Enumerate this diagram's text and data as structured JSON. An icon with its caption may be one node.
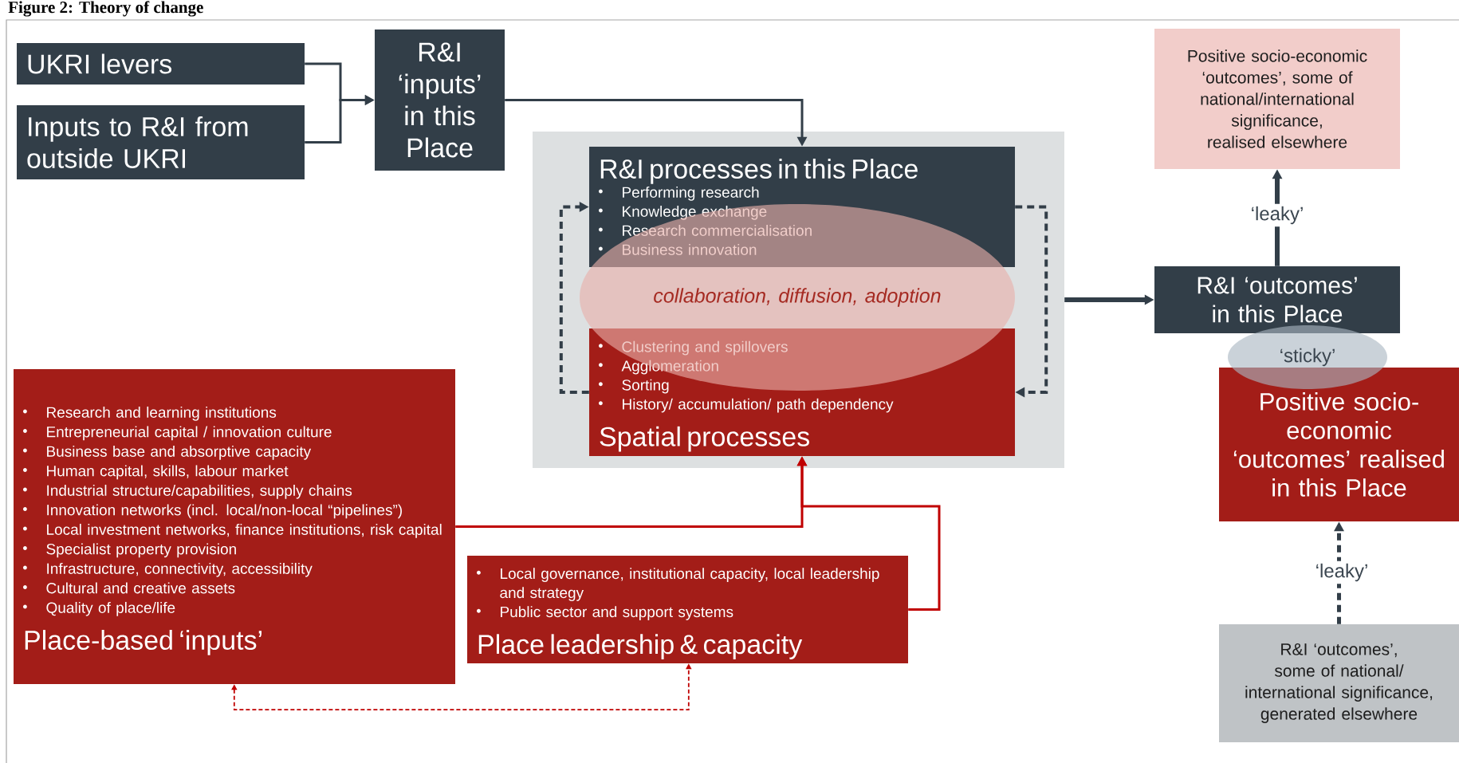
{
  "diagram": {
    "title": "Figure 2: Theory of change",
    "nodes": [
      {
        "text": [
          "UKRI levers"
        ]
      },
      {
        "text": [
          "Inputs to R&I from outside UKRI"
        ]
      },
      {
        "text": [
          "R&I ‘inputs’ in this Place"
        ]
      },
      {
        "text": [],
        "shape": "box"
      },
      {
        "text": [
          "R&I processes in this Place",
          "Performing research",
          "Knowledge exchange",
          "Research commercialisation",
          "Business innovation"
        ],
        "in": 3
      },
      {
        "text": [
          "collaboration, diffusion, adoption"
        ],
        "in": 3
      },
      {
        "text": [
          "Clustering and spillovers",
          "Agglomeration",
          "Sorting",
          "History/ accumulation/ path dependency",
          "Spatial processes"
        ],
        "in": 3
      },
      {
        "text": [
          "Positive socio-economic ‘outcomes’, some of national/international significance, realised elsewhere"
        ]
      },
      {
        "text": [
          "R&I ‘outcomes’ in this Place"
        ]
      },
      {
        "text": [
          "‘sticky’"
        ]
      },
      {
        "text": [
          "Positive socio-economic ‘outcomes’ realised in this Place"
        ]
      },
      {
        "text": [
          "R&I ‘outcomes’, some of national/ international significance, generated elsewhere"
        ]
      },
      {
        "text": [
          "Research and learning institutions",
          "Entrepreneurial capital / innovation culture",
          "Business base and absorptive capacity",
          "Human capital, skills, labour market",
          "Industrial structure/capabilities, supply chains",
          "Innovation networks (incl. local/non-local “pipelines”)",
          "Local investment networks, finance institutions, risk capital",
          "Specialist property provision",
          "Infrastructure, connectivity, accessibility",
          "Cultural and creative assets",
          "Quality of place/life",
          "Place-based ‘inputs’"
        ]
      },
      {
        "text": [
          "Local governance, institutional capacity, local leadership and strategy",
          "Public sector and support systems",
          "Place leadership & capacity"
        ]
      }
    ],
    "edges": [
      {
        "from": 0,
        "to": 2,
        "arrow": "to"
      },
      {
        "from": 1,
        "to": 2,
        "arrow": "to"
      },
      {
        "from": 2,
        "to": 4,
        "arrow": "to"
      },
      {
        "from": 6,
        "to": 4,
        "arrow": "to",
        "style": "dashed"
      },
      {
        "from": 4,
        "to": 6,
        "arrow": "to",
        "style": "dashed"
      },
      {
        "from": 3,
        "to": 8,
        "arrow": "to",
        "style": "thick"
      },
      {
        "from": 8,
        "to": 7,
        "arrow": "to",
        "label": "‘leaky’",
        "style": "thick"
      },
      {
        "from": 11,
        "to": 10,
        "arrow": "to",
        "label": "‘leaky’",
        "style": "dashed"
      },
      {
        "from": 12,
        "to": 6,
        "arrow": "to",
        "color": "#c00000"
      },
      {
        "from": 13,
        "to": 6,
        "arrow": "to",
        "color": "#c00000"
      },
      {
        "from": 12,
        "to": 13,
        "arrow": "both",
        "style": "dashed",
        "color": "#c00000"
      }
    ]
  }
}
